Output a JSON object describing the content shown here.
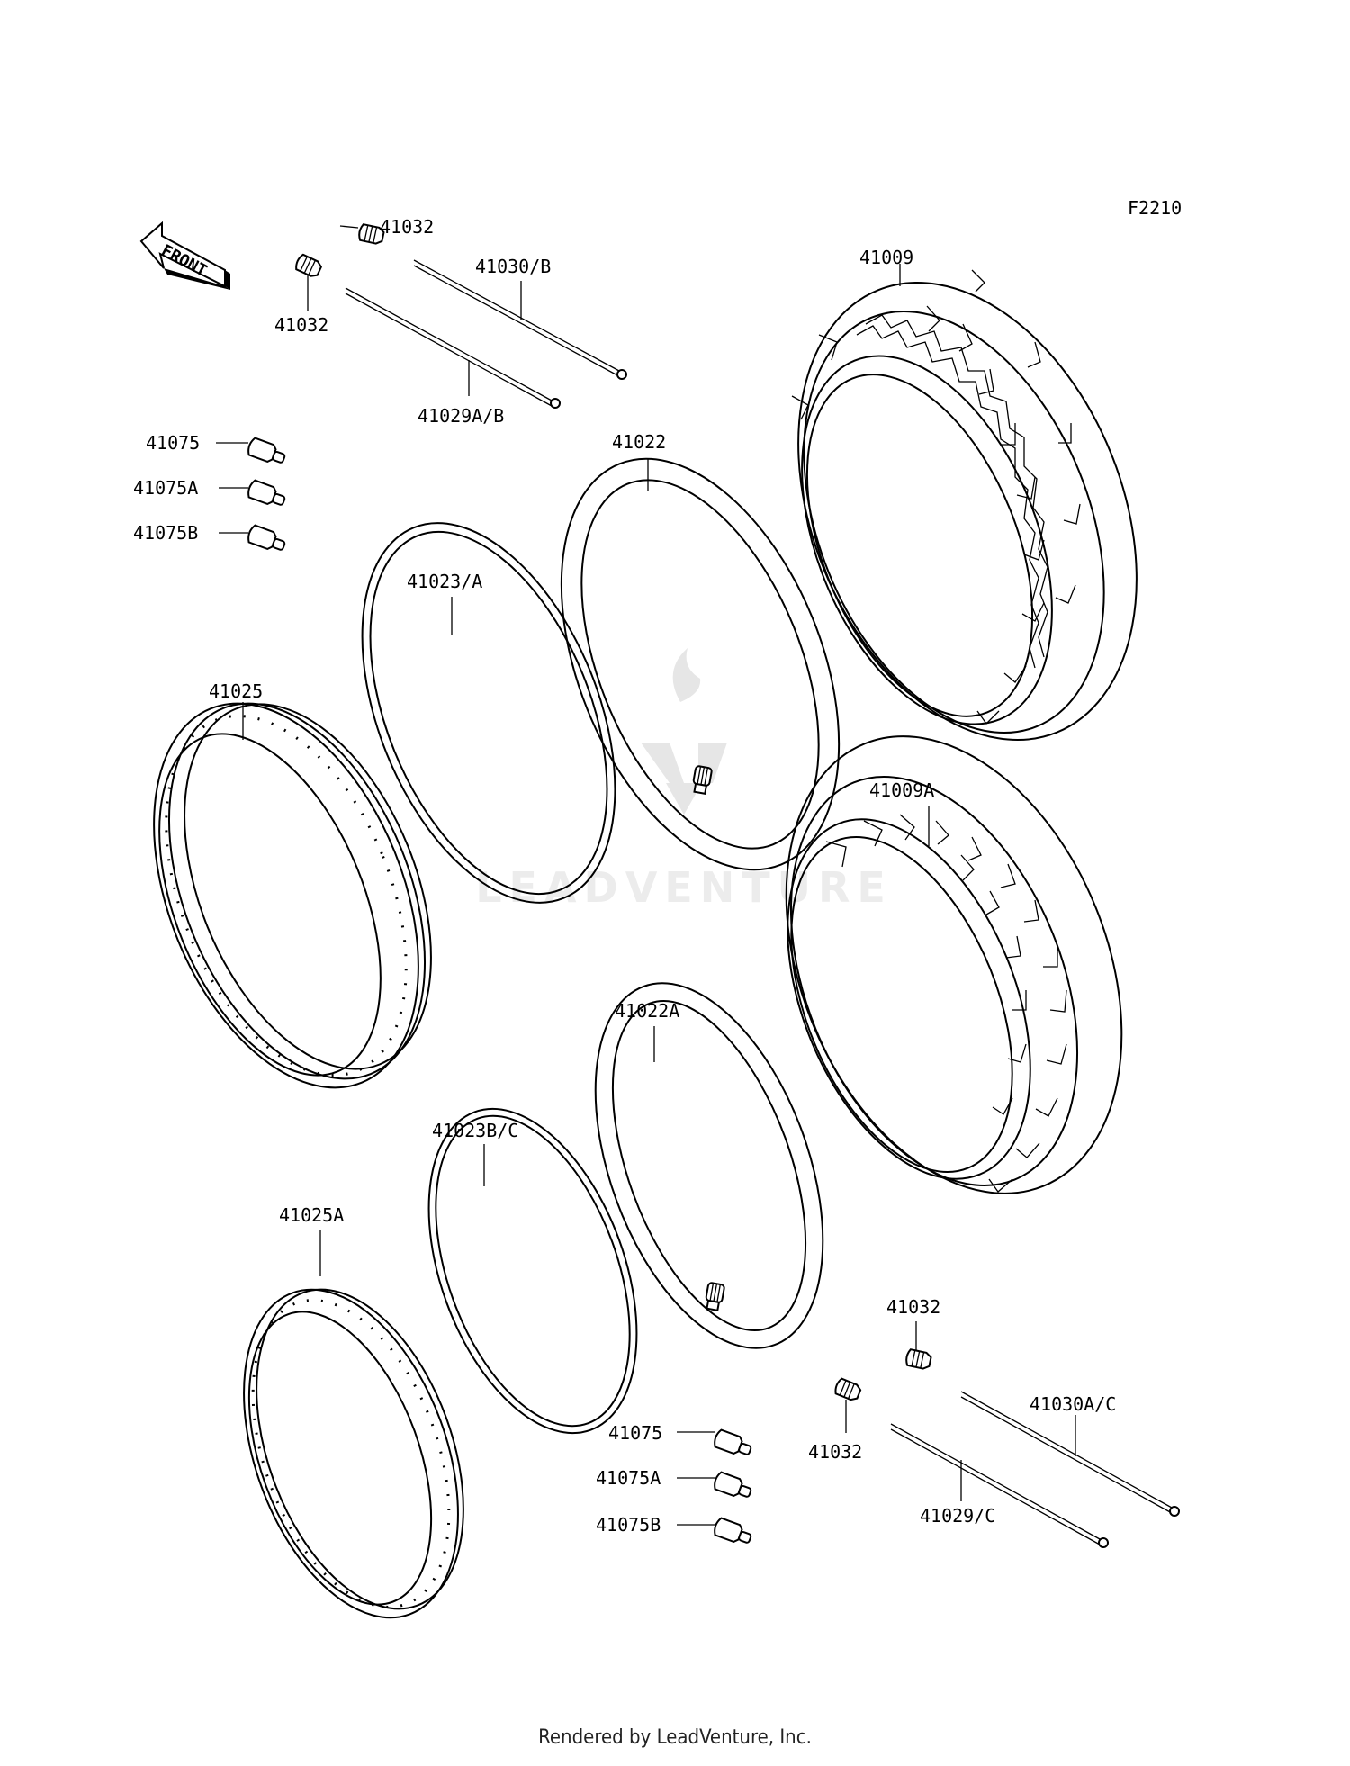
{
  "figure_code": "F2210",
  "front_label": "FRONT",
  "watermark": "LEADVENTURE",
  "footer": "Rendered by LeadVenture, Inc.",
  "parts": {
    "p41032_top": "41032",
    "p41032_left": "41032",
    "p41030B": "41030/B",
    "p41029AB": "41029A/B",
    "p41075_top": "41075",
    "p41075A_top": "41075A",
    "p41075B_top": "41075B",
    "p41009": "41009",
    "p41022": "41022",
    "p41023A": "41023/A",
    "p41025": "41025",
    "p41009A": "41009A",
    "p41022A": "41022A",
    "p41023BC": "41023B/C",
    "p41025A": "41025A",
    "p41032_bottom_top": "41032",
    "p41032_bottom_left": "41032",
    "p41030AC": "41030A/C",
    "p41029C": "41029/C",
    "p41075_bottom": "41075",
    "p41075A_bottom": "41075A",
    "p41075B_bottom": "41075B"
  }
}
